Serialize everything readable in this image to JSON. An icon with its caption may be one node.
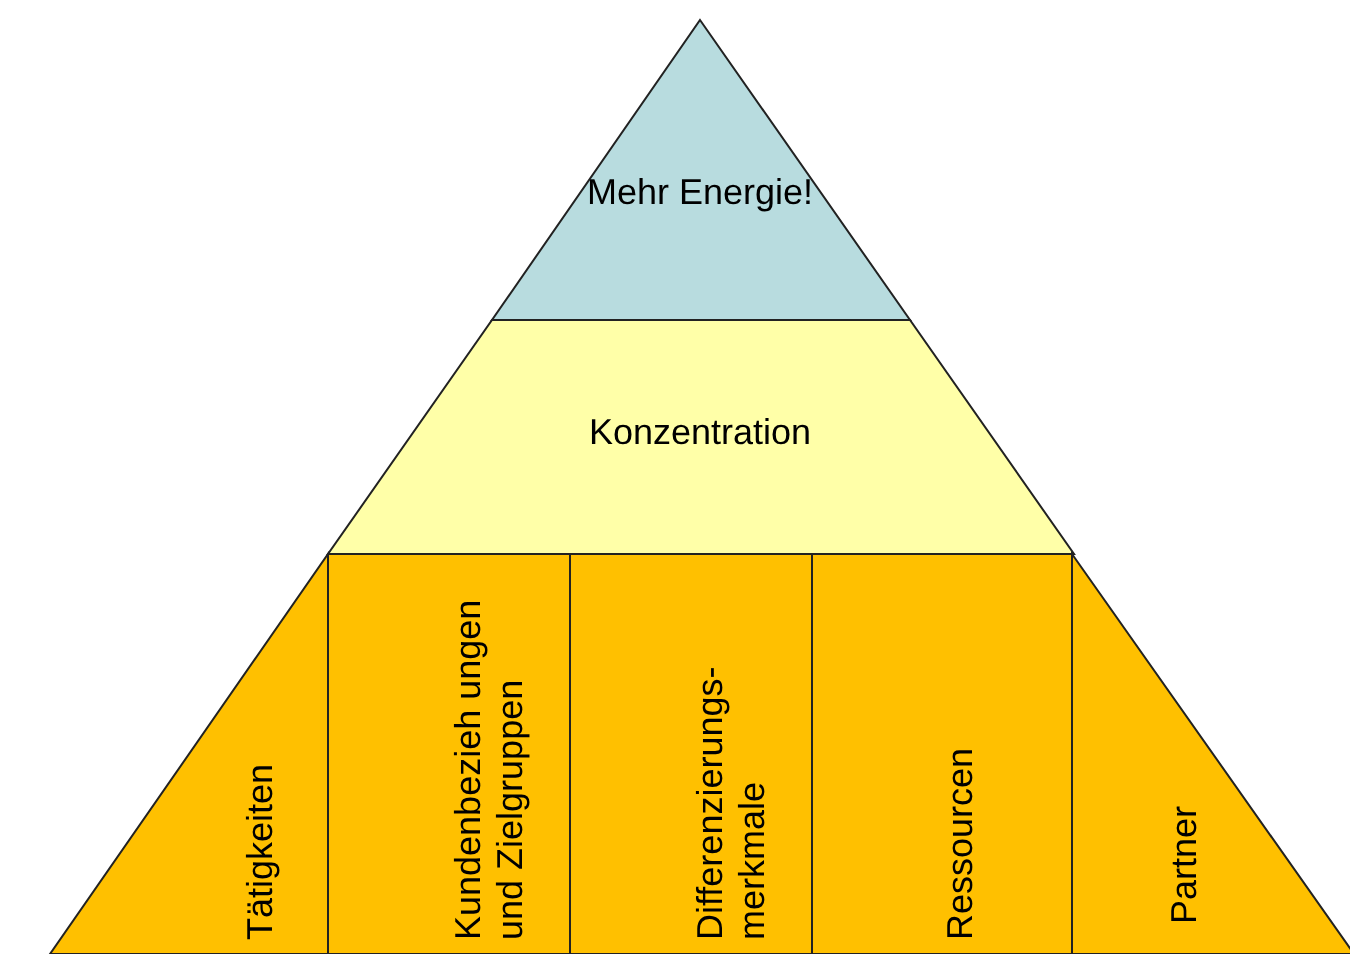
{
  "diagram": {
    "nodes": [
      {
        "text": [
          "Mehr Energie!"
        ]
      },
      {
        "text": [
          "Konzentration"
        ]
      },
      {
        "text": [
          "Tätigkeiten"
        ]
      },
      {
        "text": [
          "Kundenbezieh ungen und Zielgruppen"
        ]
      },
      {
        "text": [
          "Differenzierungs- merkmale"
        ]
      },
      {
        "text": [
          "Ressourcen"
        ]
      },
      {
        "text": [
          "Partner"
        ]
      }
    ]
  }
}
